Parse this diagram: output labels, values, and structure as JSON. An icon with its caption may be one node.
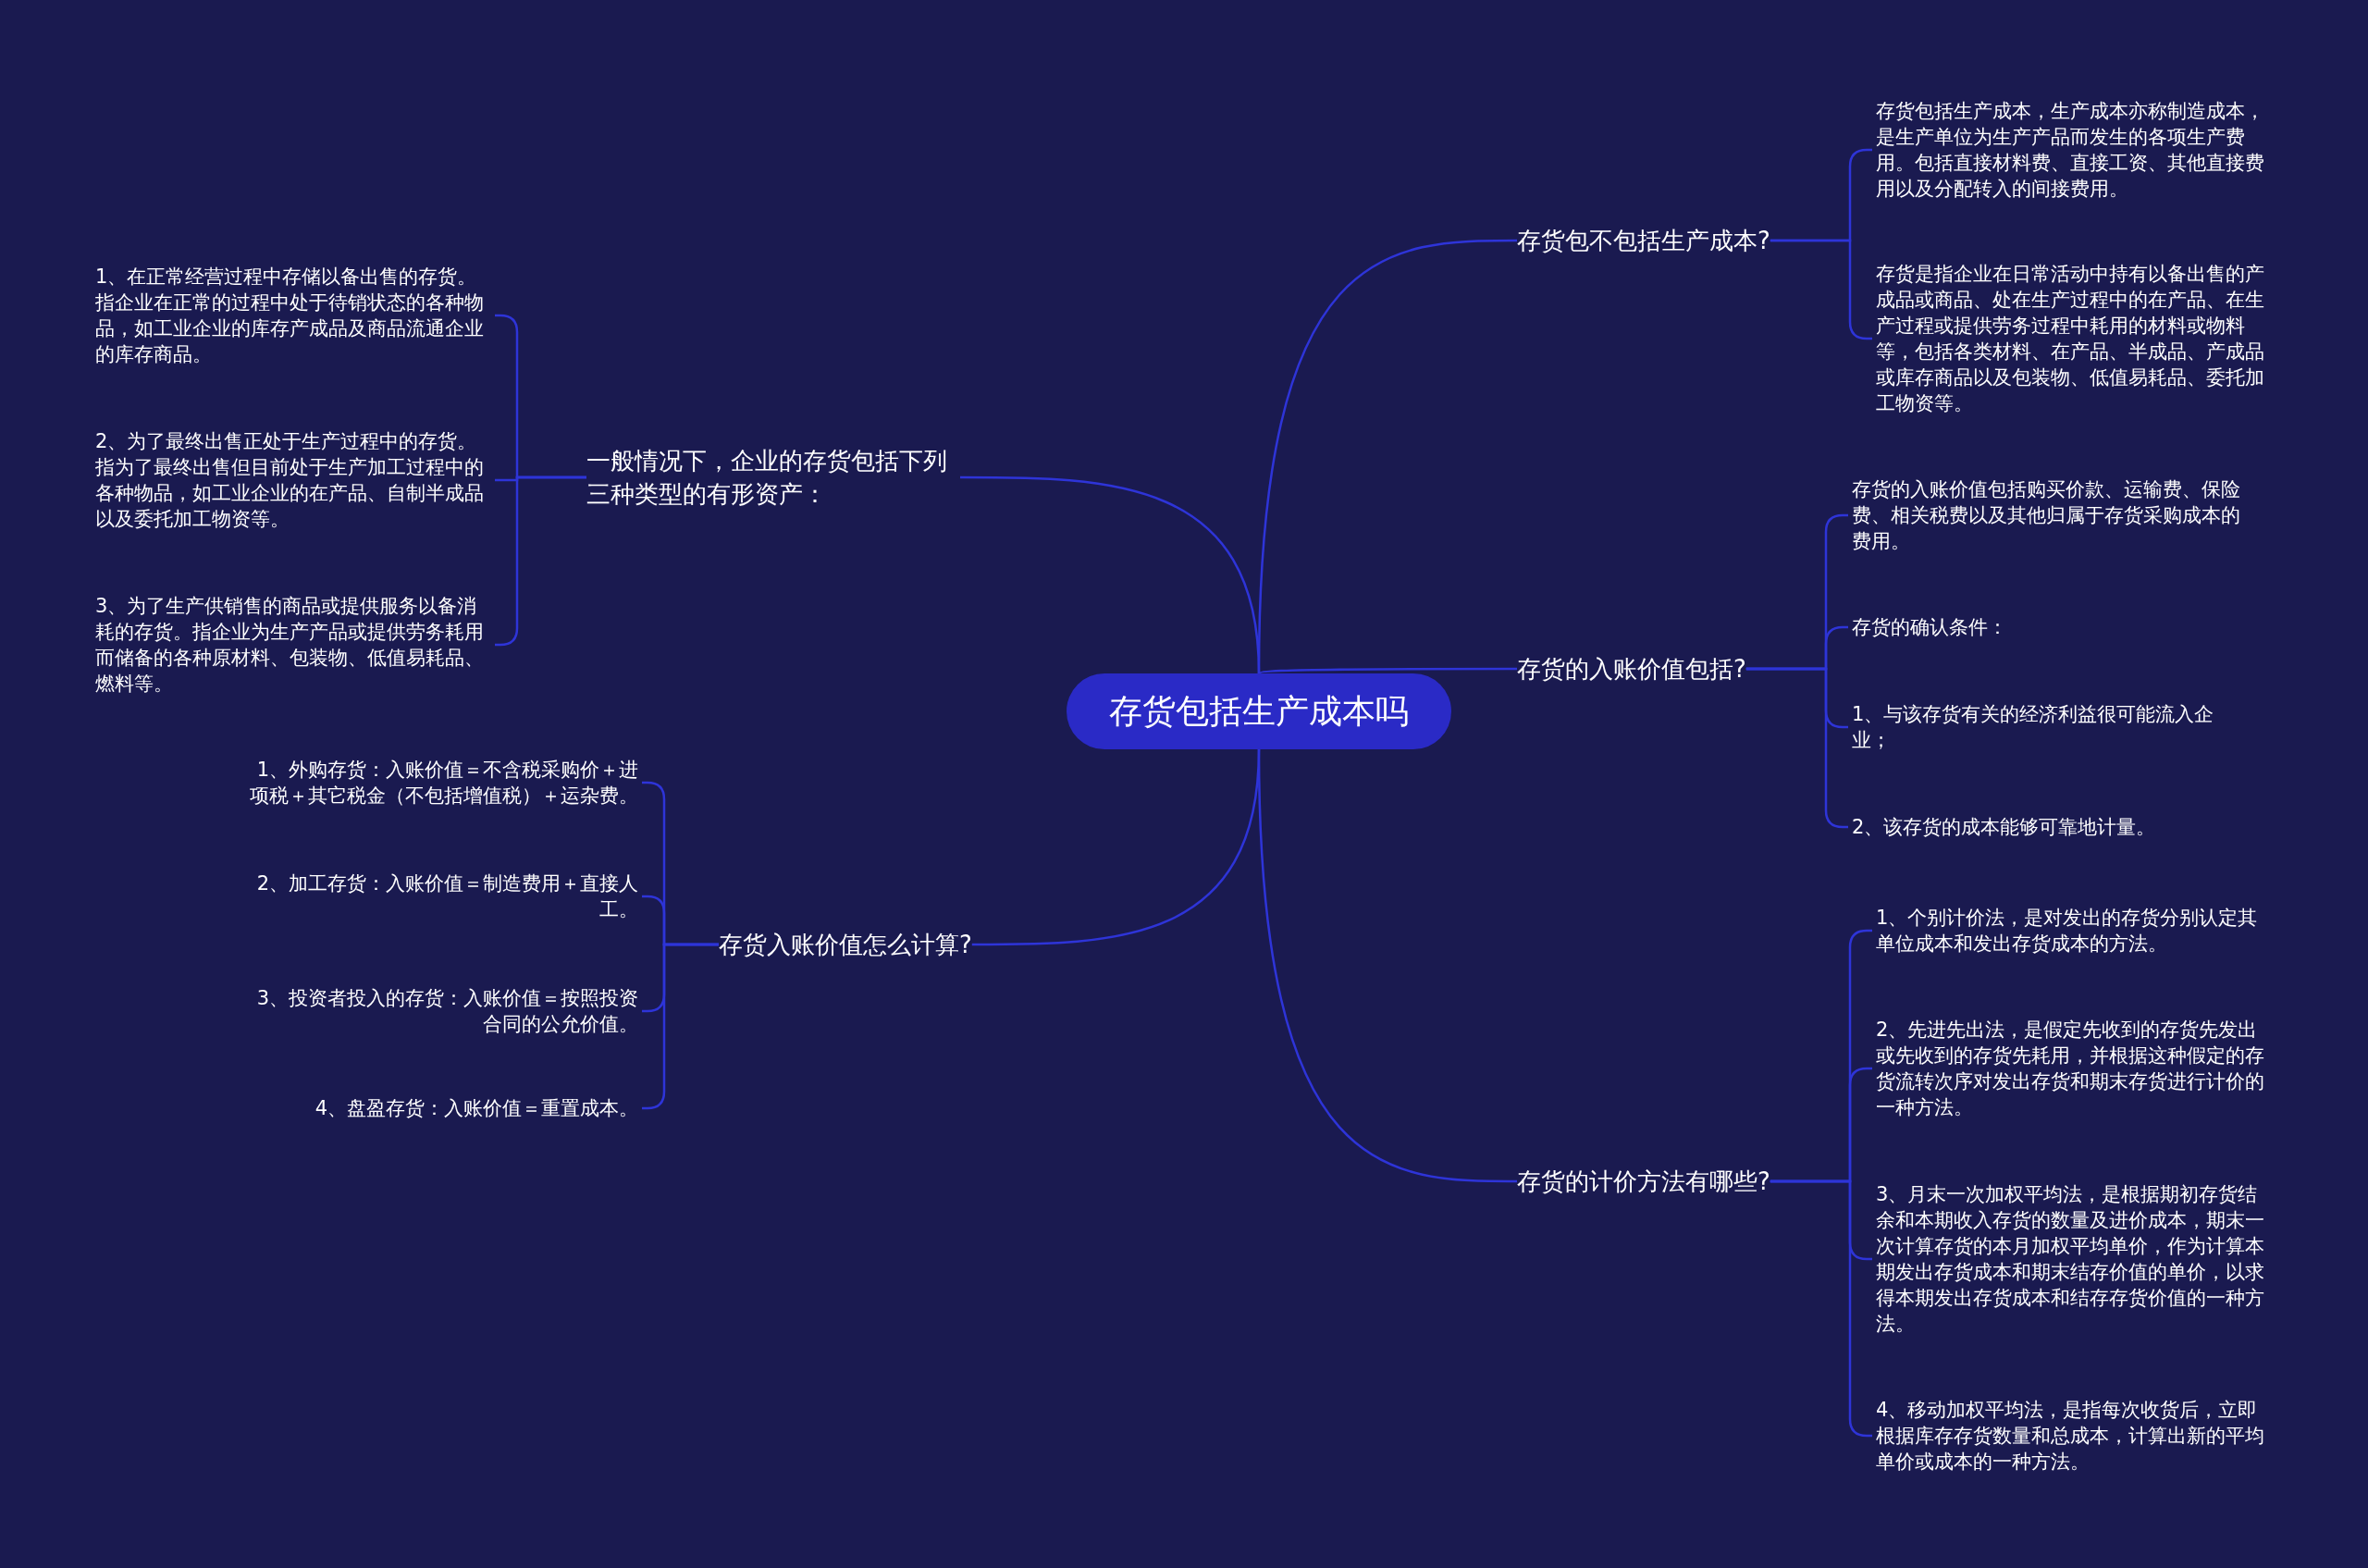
{
  "diagram": {
    "nodes": [
      {
        "text": [
          "存货包括生产成本吗"
        ]
      },
      {
        "text": [
          "存货包不包括生产成本?"
        ]
      },
      {
        "text": [
          "存货包括生产成本，生产成本亦称制造成本，是生产单位为生产产品而发生的各项生产费用。包括直接材料费、直接工资、其他直接费用以及分配转入的间接费用。"
        ]
      },
      {
        "text": [
          "存货是指企业在日常活动中持有以备出售的产成品或商品、处在生产过程中的在产品、在生产过程或提供劳务过程中耗用的材料或物料等，包括各类材料、在产品、半成品、产成品或库存商品以及包装物、低值易耗品、委托加工物资等。"
        ]
      },
      {
        "text": [
          "存货的入账价值包括?"
        ]
      },
      {
        "text": [
          "存货的入账价值包括购买价款、运输费、保险费、相关税费以及其他归属于存货采购成本的费用。"
        ]
      },
      {
        "text": [
          "存货的确认条件："
        ]
      },
      {
        "text": [
          "1、与该存货有关的经济利益很可能流入企业；"
        ]
      },
      {
        "text": [
          "2、该存货的成本能够可靠地计量。"
        ]
      },
      {
        "text": [
          "存货的计价方法有哪些?"
        ]
      },
      {
        "text": [
          "1、个别计价法，是对发出的存货分别认定其单位成本和发出存货成本的方法。"
        ]
      },
      {
        "text": [
          "2、先进先出法，是假定先收到的存货先发出或先收到的存货先耗用，并根据这种假定的存货流转次序对发出存货和期末存货进行计价的一种方法。"
        ]
      },
      {
        "text": [
          "3、月末一次加权平均法，是根据期初存货结余和本期收入存货的数量及进价成本，期末一次计算存货的本月加权平均单价，作为计算本期发出存货成本和期末结存价值的单价，以求得本期发出存货成本和结存存货价值的一种方法。"
        ]
      },
      {
        "text": [
          "4、移动加权平均法，是指每次收货后，立即根据库存存货数量和总成本，计算出新的平均单价或成本的一种方法。"
        ]
      },
      {
        "text": [
          "一般情况下，企业的存货包括下列三种类型的有形资产："
        ]
      },
      {
        "text": [
          "1、在正常经营过程中存储以备出售的存货。指企业在正常的过程中处于待销状态的各种物品，如工业企业的库存产成品及商品流通企业的库存商品。"
        ]
      },
      {
        "text": [
          "2、为了最终出售正处于生产过程中的存货。指为了最终出售但目前处于生产加工过程中的各种物品，如工业企业的在产品、自制半成品以及委托加工物资等。"
        ]
      },
      {
        "text": [
          "3、为了生产供销售的商品或提供服务以备消耗的存货。指企业为生产产品或提供劳务耗用而储备的各种原材料、包装物、低值易耗品、燃料等。"
        ]
      },
      {
        "text": [
          "存货入账价值怎么计算?"
        ]
      },
      {
        "text": [
          "1、外购存货：入账价值＝不含税采购价＋进项税＋其它税金（不包括增值税）＋运杂费。"
        ]
      },
      {
        "text": [
          "2、加工存货：入账价值＝制造费用＋直接人工。"
        ]
      },
      {
        "text": [
          "3、投资者投入的存货：入账价值＝按照投资合同的公允价值。"
        ]
      },
      {
        "text": [
          "4、盘盈存货：入账价值＝重置成本。"
        ]
      }
    ],
    "edges": [
      {
        "from": 0,
        "to": 1,
        "arrow": "none"
      },
      {
        "from": 1,
        "to": 2,
        "arrow": "none"
      },
      {
        "from": 1,
        "to": 3,
        "arrow": "none"
      },
      {
        "from": 0,
        "to": 4,
        "arrow": "none"
      },
      {
        "from": 4,
        "to": 5,
        "arrow": "none"
      },
      {
        "from": 4,
        "to": 6,
        "arrow": "none"
      },
      {
        "from": 4,
        "to": 7,
        "arrow": "none"
      },
      {
        "from": 4,
        "to": 8,
        "arrow": "none"
      },
      {
        "from": 0,
        "to": 9,
        "arrow": "none"
      },
      {
        "from": 9,
        "to": 10,
        "arrow": "none"
      },
      {
        "from": 9,
        "to": 11,
        "arrow": "none"
      },
      {
        "from": 9,
        "to": 12,
        "arrow": "none"
      },
      {
        "from": 9,
        "to": 13,
        "arrow": "none"
      },
      {
        "from": 0,
        "to": 14,
        "arrow": "none"
      },
      {
        "from": 14,
        "to": 15,
        "arrow": "none"
      },
      {
        "from": 14,
        "to": 16,
        "arrow": "none"
      },
      {
        "from": 14,
        "to": 17,
        "arrow": "none"
      },
      {
        "from": 0,
        "to": 18,
        "arrow": "none"
      },
      {
        "from": 18,
        "to": 19,
        "arrow": "none"
      },
      {
        "from": 18,
        "to": 20,
        "arrow": "none"
      },
      {
        "from": 18,
        "to": 21,
        "arrow": "none"
      },
      {
        "from": 18,
        "to": 22,
        "arrow": "none"
      }
    ]
  }
}
